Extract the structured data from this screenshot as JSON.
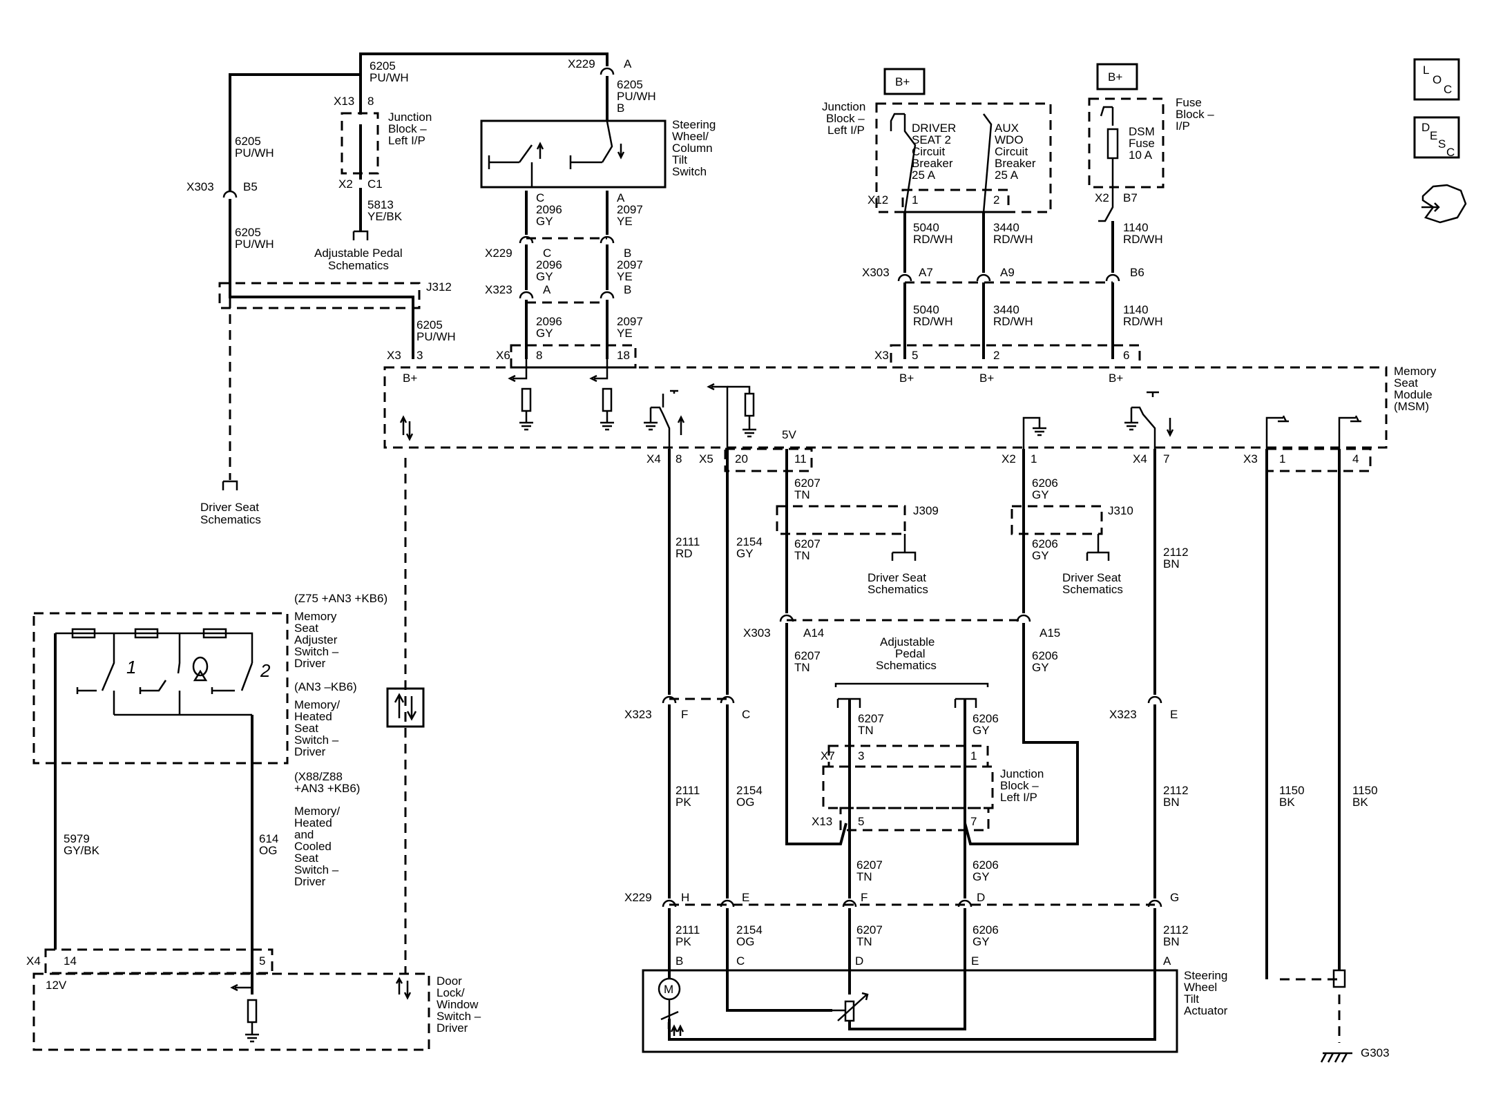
{
  "labels": {
    "c_x229_top": "X229",
    "p_x229_top": "A",
    "w_6205_a": "6205",
    "c_6205_a": "PU/WH",
    "w_6205_b": "6205",
    "c_6205_b": "PU/WH",
    "p_b_top": "B",
    "w_6205_c": "6205",
    "c_6205_c": "PU/WH",
    "w_6205_d": "6205",
    "c_6205_d": "PU/WH",
    "w_6205_e": "6205",
    "c_6205_e": "PU/WH",
    "c_x13_a": "X13",
    "p_8_a": "8",
    "c_x2_a": "X2",
    "p_c1": "C1",
    "jb_left_1": "Junction",
    "jb_left_2": "Block –",
    "jb_left_3": "Left I/P",
    "w_5813": "5813",
    "c_5813": "YE/BK",
    "adj_pedal_1": "Adjustable Pedal",
    "adj_pedal_2": "Schematics",
    "c_x303_a": "X303",
    "p_b5": "B5",
    "c_j312": "J312",
    "c_x3_a": "X3",
    "p_3": "3",
    "p_bplus_1": "B+",
    "drv_seat_a1": "Driver Seat",
    "drv_seat_a2": "Schematics",
    "sw_tilt_1": "Steering",
    "sw_tilt_2": "Wheel/",
    "sw_tilt_3": "Column",
    "sw_tilt_4": "Tilt",
    "sw_tilt_5": "Switch",
    "p_c_a": "C",
    "w_2096_a": "2096",
    "c_2096_a": "GY",
    "p_a_a": "A",
    "w_2097_a": "2097",
    "c_2097_a": "YE",
    "c_x229_b": "X229",
    "p_c_b": "C",
    "w_2096_b": "2096",
    "c_2096_b": "GY",
    "p_b_b": "B",
    "w_2097_b": "2097",
    "c_2097_b": "YE",
    "c_x323_a": "X323",
    "p_a_b": "A",
    "p_b_c": "B",
    "w_2096_c": "2096",
    "c_2096_c": "GY",
    "w_2097_c": "2097",
    "c_2097_c": "YE",
    "c_x6": "X6",
    "p_8_b": "8",
    "p_18": "18",
    "bplus_box_1": "B+",
    "bplus_box_2": "B+",
    "jb_right_1": "Junction",
    "jb_right_2": "Block –",
    "jb_right_3": "Left I/P",
    "cb1_1": "DRIVER",
    "cb1_2": "SEAT 2",
    "cb1_3": "Circuit",
    "cb1_4": "Breaker",
    "cb1_5": "25 A",
    "cb2_1": "AUX",
    "cb2_2": "WDO",
    "cb2_3": "Circuit",
    "cb2_4": "Breaker",
    "cb2_5": "25 A",
    "fuse_blk_1": "Fuse",
    "fuse_blk_2": "Block –",
    "fuse_blk_3": "I/P",
    "dsm_1": "DSM",
    "dsm_2": "Fuse",
    "dsm_3": "10 A",
    "c_x12": "X12",
    "p_1_x12": "1",
    "p_2_x12": "2",
    "c_x2_b": "X2",
    "p_b7": "B7",
    "w_5040_a": "5040",
    "c_5040_a": "RD/WH",
    "w_3440_a": "3440",
    "c_3440_a": "RD/WH",
    "w_1140_a": "1140",
    "c_1140_a": "RD/WH",
    "c_x303_b": "X303",
    "p_a7": "A7",
    "p_a9": "A9",
    "p_b6": "B6",
    "w_5040_b": "5040",
    "c_5040_b": "RD/WH",
    "w_3440_b": "3440",
    "c_3440_b": "RD/WH",
    "w_1140_b": "1140",
    "c_1140_b": "RD/WH",
    "c_x3_b": "X3",
    "p_5": "5",
    "p_2_x3": "2",
    "p_6": "6",
    "bp_a": "B+",
    "bp_b": "B+",
    "bp_c": "B+",
    "msm_1": "Memory",
    "msm_2": "Seat",
    "msm_3": "Module",
    "msm_4": "(MSM)",
    "v5": "5V",
    "c_x4_a": "X4",
    "p_8_c": "8",
    "c_x5": "X5",
    "p_20": "20",
    "p_11": "11",
    "c_x2_c": "X2",
    "p_1_x2": "1",
    "c_x4_b": "X4",
    "p_7": "7",
    "c_x3_c": "X3",
    "p_1_x3": "1",
    "p_4": "4",
    "w_6207_a": "6207",
    "c_6207_a": "TN",
    "w_6206_a": "6206",
    "c_6206_a": "GY",
    "c_j309": "J309",
    "c_j310": "J310",
    "w_2111_a": "2111",
    "c_2111_a": "RD",
    "w_2154_a": "2154",
    "c_2154_a": "GY",
    "w_6207_b": "6207",
    "c_6207_b": "TN",
    "w_6206_b": "6206",
    "c_6206_b": "GY",
    "w_2112_a": "2112",
    "c_2112_a": "BN",
    "drv_seat_b1": "Driver Seat",
    "drv_seat_b2": "Schematics",
    "drv_seat_c1": "Driver Seat",
    "drv_seat_c2": "Schematics",
    "c_x303_c": "X303",
    "p_a14": "A14",
    "p_a15": "A15",
    "w_6207_c": "6207",
    "c_6207_c": "TN",
    "w_6206_c": "6206",
    "c_6206_c": "GY",
    "adj_ped_b1": "Adjustable",
    "adj_ped_b2": "Pedal",
    "adj_ped_b3": "Schematics",
    "w_6207_d": "6207",
    "c_6207_d": "TN",
    "w_6206_d": "6206",
    "c_6206_d": "GY",
    "c_x7": "X7",
    "p_3_x7": "3",
    "p_1_x7": "1",
    "jb_c1": "Junction",
    "jb_c2": "Block –",
    "jb_c3": "Left I/P",
    "c_x13_b": "X13",
    "p_5_x13": "5",
    "p_7_x13": "7",
    "c_x323_b": "X323",
    "p_f_a": "F",
    "p_c_c": "C",
    "c_x323_c": "X323",
    "p_e_a": "E",
    "w_2111_b": "2111",
    "c_2111_b": "PK",
    "w_2154_b": "2154",
    "c_2154_b": "OG",
    "w_2112_b": "2112",
    "c_2112_b": "BN",
    "w_1150_a": "1150",
    "c_1150_a": "BK",
    "w_1150_b": "1150",
    "c_1150_b": "BK",
    "w_6207_e": "6207",
    "c_6207_e": "TN",
    "w_6206_e": "6206",
    "c_6206_e": "GY",
    "c_x229_c": "X229",
    "p_h": "H",
    "p_e_b": "E",
    "p_f_b": "F",
    "p_d_a": "D",
    "p_g": "G",
    "w_2111_c": "2111",
    "c_2111_c": "PK",
    "w_2154_c": "2154",
    "c_2154_c": "OG",
    "w_6207_f": "6207",
    "c_6207_f": "TN",
    "w_6206_f": "6206",
    "c_6206_f": "GY",
    "w_2112_c": "2112",
    "c_2112_c": "BN",
    "p_b_d": "B",
    "p_c_d": "C",
    "p_d_b": "D",
    "p_e_c": "E",
    "p_a_c": "A",
    "act_1": "Steering",
    "act_2": "Wheel",
    "act_3": "Tilt",
    "act_4": "Actuator",
    "g303": "G303",
    "opt1": "(Z75 +AN3 +KB6)",
    "mss_1": "Memory",
    "mss_2": "Seat",
    "mss_3": "Adjuster",
    "mss_4": "Switch –",
    "mss_5": "Driver",
    "opt2": "(AN3 –KB6)",
    "mh_1": "Memory/",
    "mh_2": "Heated",
    "mh_3": "Seat",
    "mh_4": "Switch –",
    "mh_5": "Driver",
    "opt3a": "(X88/Z88",
    "opt3b": "+AN3 +KB6)",
    "mhc_1": "Memory/",
    "mhc_2": "Heated",
    "mhc_3": "and",
    "mhc_4": "Cooled",
    "mhc_5": "Seat",
    "mhc_6": "Switch –",
    "mhc_7": "Driver",
    "w_5979": "5979",
    "c_5979": "GY/BK",
    "w_614": "614",
    "c_614": "OG",
    "c_x4_c": "X4",
    "p_14": "14",
    "p_5_x4": "5",
    "v12": "12V",
    "dl_1": "Door",
    "dl_2": "Lock/",
    "dl_3": "Window",
    "dl_4": "Switch –",
    "dl_5": "Driver",
    "sw_num_1": "1",
    "sw_num_2": "2",
    "loc_l": "L",
    "loc_o": "O",
    "loc_c": "C",
    "desc_d": "D",
    "desc_e": "E",
    "desc_s": "S",
    "desc_c": "C"
  }
}
